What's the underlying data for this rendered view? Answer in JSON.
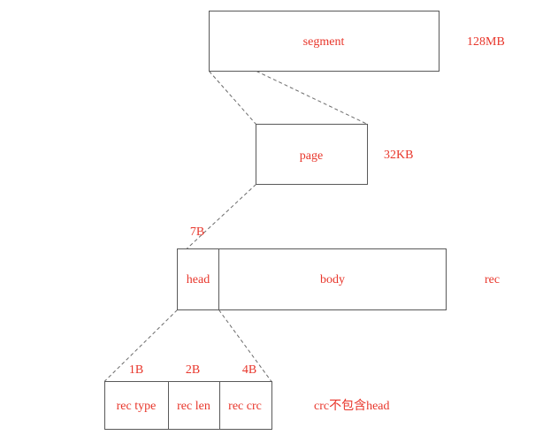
{
  "segment": {
    "label": "segment",
    "size": "128MB"
  },
  "page": {
    "label": "page",
    "size": "32KB"
  },
  "rec": {
    "head_size": "7B",
    "head_label": "head",
    "body_label": "body",
    "label": "rec"
  },
  "head_fields": {
    "items": [
      {
        "label": "rec type",
        "size": "1B"
      },
      {
        "label": "rec len",
        "size": "2B"
      },
      {
        "label": "rec crc",
        "size": "4B"
      }
    ],
    "note": "crc不包含head"
  },
  "colors": {
    "text": "#e8362b",
    "border": "#595959"
  }
}
